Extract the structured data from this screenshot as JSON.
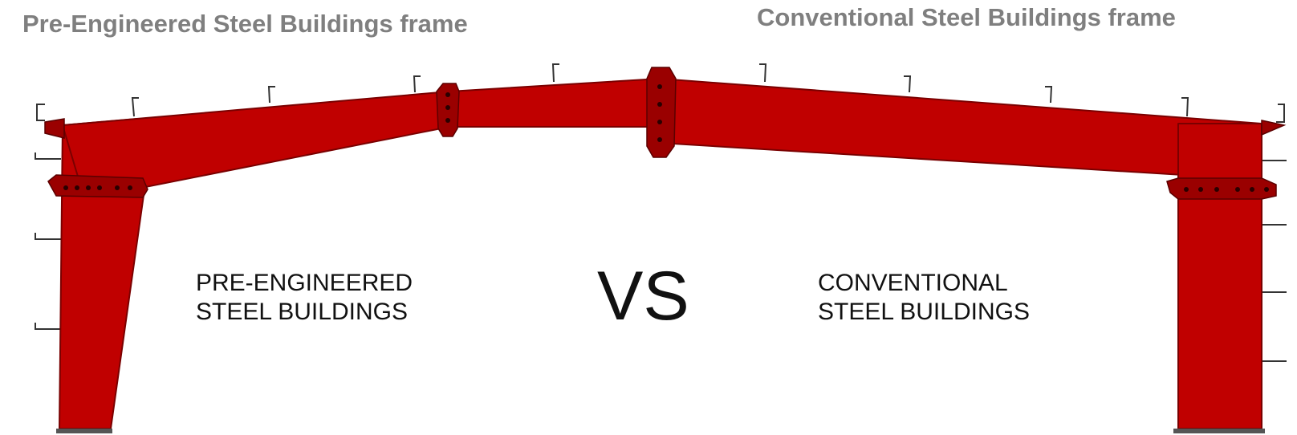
{
  "headings": {
    "left": "Pre-Engineered Steel Buildings frame",
    "right": "Conventional Steel Buildings frame"
  },
  "comparison": {
    "left_line1": "PRE-ENGINEERED",
    "left_line2": "STEEL BUILDINGS",
    "vs": "VS",
    "right_line1": "CONVENTIONAL",
    "right_line2": "STEEL BUILDINGS"
  },
  "colors": {
    "steel_frame": "#c00000",
    "steel_frame_dark": "#7a0000",
    "heading_text": "#7f7f7f",
    "body_text": "#111111"
  }
}
